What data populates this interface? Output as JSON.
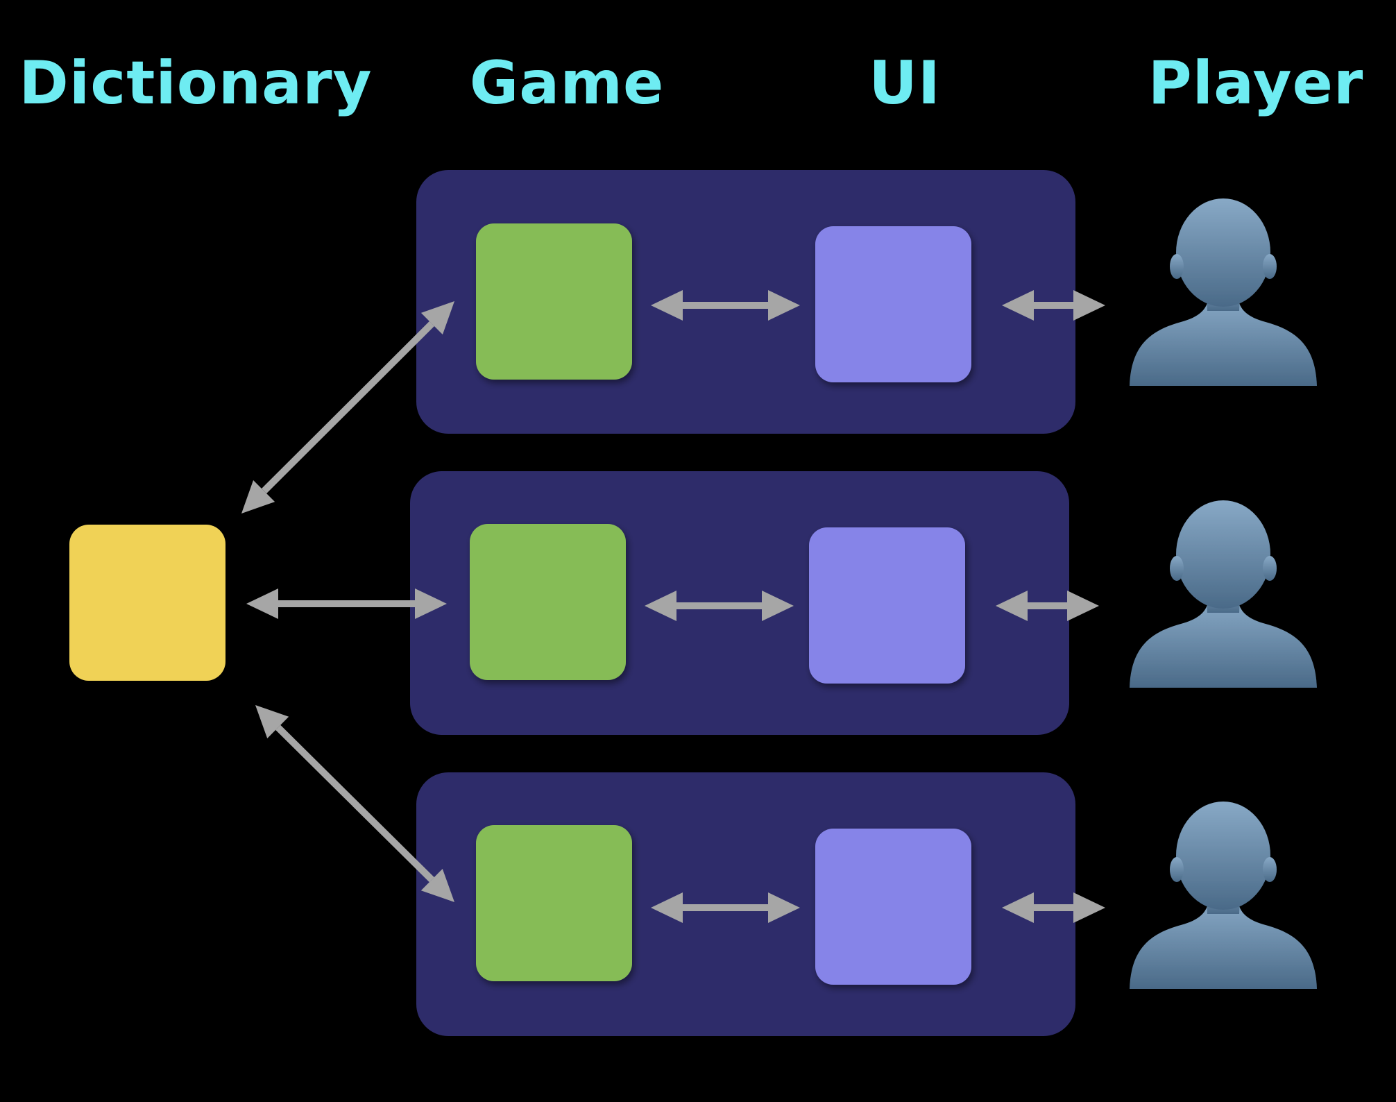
{
  "headers": {
    "dictionary": "Dictionary",
    "game": "Game",
    "ui": "UI",
    "player": "Player"
  },
  "colors": {
    "background": "#000000",
    "header_text": "#6EECF2",
    "panel": "#2E2C6A",
    "dictionary_box": "#F0D256",
    "game_box": "#86BC56",
    "ui_box": "#8684E8",
    "arrow": "#A6A6A6",
    "player_icon": "#6489A8"
  },
  "icons": {
    "player": "person-silhouette-icon"
  },
  "rows": [
    {
      "game": "game-instance",
      "ui": "ui-instance",
      "player": "player"
    },
    {
      "game": "game-instance",
      "ui": "ui-instance",
      "player": "player"
    },
    {
      "game": "game-instance",
      "ui": "ui-instance",
      "player": "player"
    }
  ]
}
